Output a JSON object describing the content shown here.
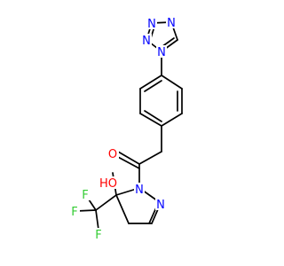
{
  "molecule": {
    "atoms": {
      "tetrazole_n1": {
        "text": "N",
        "color": "#0000FF"
      },
      "tetrazole_n2": {
        "text": "N",
        "color": "#0000FF"
      },
      "tetrazole_n3": {
        "text": "N",
        "color": "#0000FF"
      },
      "tetrazole_n4": {
        "text": "N",
        "color": "#0000FF"
      },
      "carbonyl_o": {
        "text": "O",
        "color": "#FF0000"
      },
      "hydroxyl": {
        "text": "HO",
        "color": "#FF0000"
      },
      "pyrazoline_n1": {
        "text": "N",
        "color": "#0000FF"
      },
      "pyrazoline_n2": {
        "text": "N",
        "color": "#0000FF"
      },
      "fluorine_1": {
        "text": "F",
        "color": "#33CC33"
      },
      "fluorine_2": {
        "text": "F",
        "color": "#33CC33"
      },
      "fluorine_3": {
        "text": "F",
        "color": "#33CC33"
      }
    }
  }
}
